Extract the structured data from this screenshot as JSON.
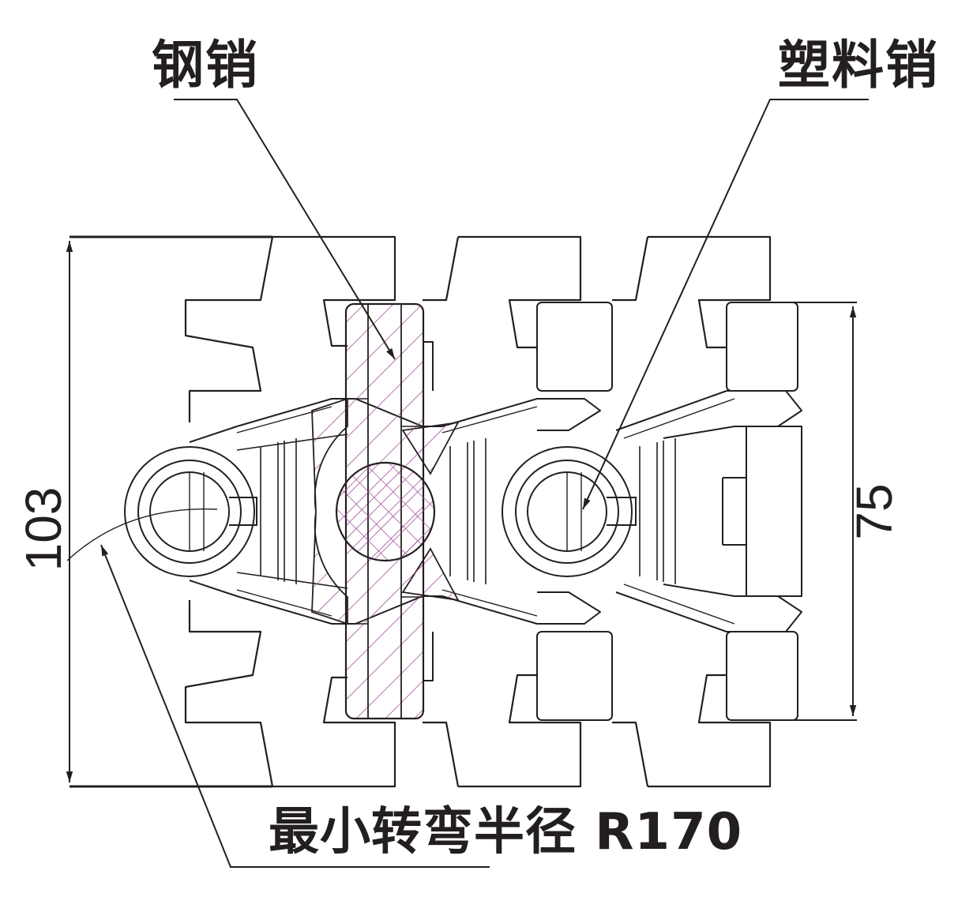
{
  "labels": {
    "steel_pin": "钢销",
    "plastic_pin": "塑料销",
    "min_turn_radius": "最小转弯半径 R170"
  },
  "dimensions": {
    "overall_width": "103",
    "body_width": "75"
  },
  "colors": {
    "line": "#231f20",
    "hatch": "#a3509c"
  }
}
